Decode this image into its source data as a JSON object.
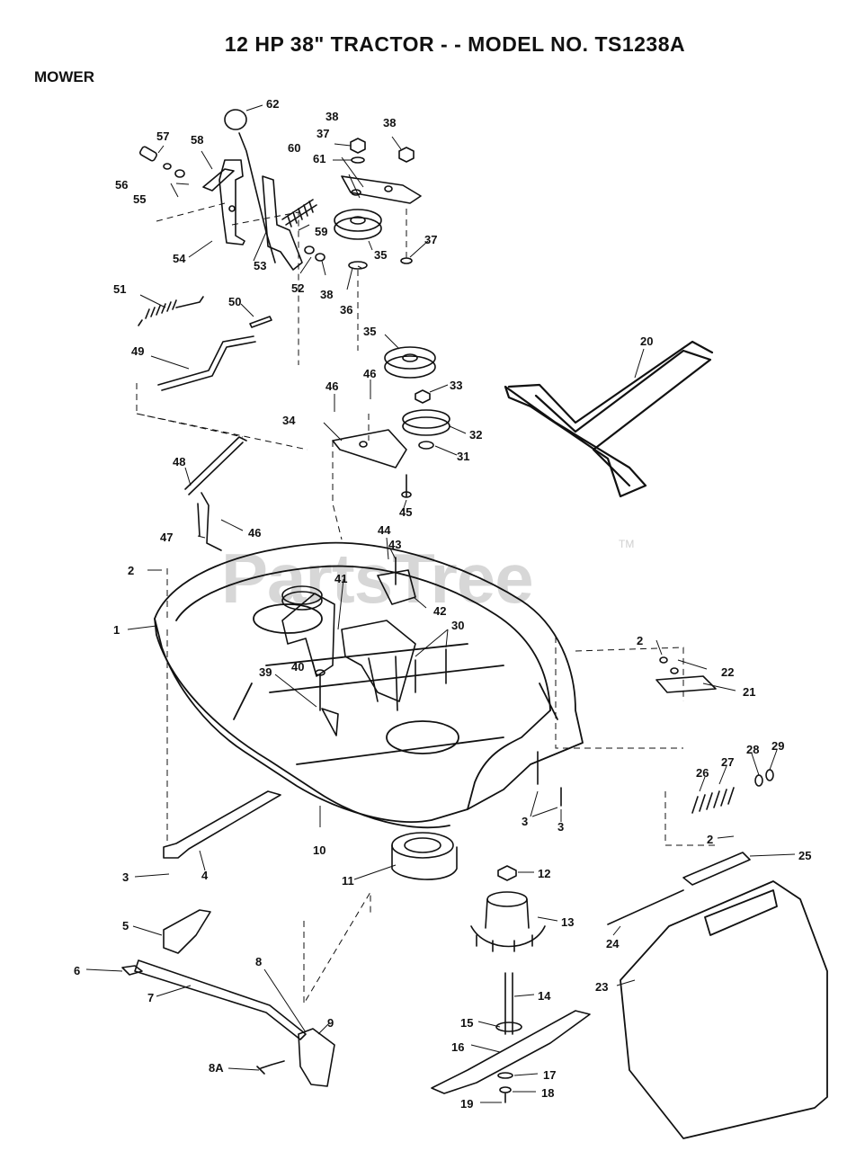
{
  "header": {
    "title": "12 HP 38\" TRACTOR - - MODEL NO. TS1238A",
    "section": "MOWER"
  },
  "watermark": {
    "text": "PartsTree",
    "trademark": "TM"
  },
  "callouts": [
    {
      "id": "62",
      "text": "62"
    },
    {
      "id": "38a",
      "text": "38"
    },
    {
      "id": "38b",
      "text": "38"
    },
    {
      "id": "57",
      "text": "57"
    },
    {
      "id": "58",
      "text": "58"
    },
    {
      "id": "37a",
      "text": "37"
    },
    {
      "id": "60",
      "text": "60"
    },
    {
      "id": "61",
      "text": "61"
    },
    {
      "id": "56",
      "text": "56"
    },
    {
      "id": "55",
      "text": "55"
    },
    {
      "id": "59",
      "text": "59"
    },
    {
      "id": "35a",
      "text": "35"
    },
    {
      "id": "37b",
      "text": "37"
    },
    {
      "id": "54",
      "text": "54"
    },
    {
      "id": "53",
      "text": "53"
    },
    {
      "id": "52",
      "text": "52"
    },
    {
      "id": "38c",
      "text": "38"
    },
    {
      "id": "36",
      "text": "36"
    },
    {
      "id": "51",
      "text": "51"
    },
    {
      "id": "50",
      "text": "50"
    },
    {
      "id": "35b",
      "text": "35"
    },
    {
      "id": "20",
      "text": "20"
    },
    {
      "id": "49",
      "text": "49"
    },
    {
      "id": "46a",
      "text": "46"
    },
    {
      "id": "46b",
      "text": "46"
    },
    {
      "id": "33",
      "text": "33"
    },
    {
      "id": "34",
      "text": "34"
    },
    {
      "id": "32",
      "text": "32"
    },
    {
      "id": "31",
      "text": "31"
    },
    {
      "id": "48",
      "text": "48"
    },
    {
      "id": "45",
      "text": "45"
    },
    {
      "id": "47",
      "text": "47"
    },
    {
      "id": "46c",
      "text": "46"
    },
    {
      "id": "44",
      "text": "44"
    },
    {
      "id": "43",
      "text": "43"
    },
    {
      "id": "2a",
      "text": "2"
    },
    {
      "id": "41",
      "text": "41"
    },
    {
      "id": "42",
      "text": "42"
    },
    {
      "id": "1",
      "text": "1"
    },
    {
      "id": "30",
      "text": "30"
    },
    {
      "id": "2b",
      "text": "2"
    },
    {
      "id": "22",
      "text": "22"
    },
    {
      "id": "40",
      "text": "40"
    },
    {
      "id": "39",
      "text": "39"
    },
    {
      "id": "21",
      "text": "21"
    },
    {
      "id": "28",
      "text": "28"
    },
    {
      "id": "29",
      "text": "29"
    },
    {
      "id": "27",
      "text": "27"
    },
    {
      "id": "26",
      "text": "26"
    },
    {
      "id": "3a",
      "text": "3"
    },
    {
      "id": "3b",
      "text": "3"
    },
    {
      "id": "10",
      "text": "10"
    },
    {
      "id": "2c",
      "text": "2"
    },
    {
      "id": "25",
      "text": "25"
    },
    {
      "id": "3c",
      "text": "3"
    },
    {
      "id": "4",
      "text": "4"
    },
    {
      "id": "11",
      "text": "11"
    },
    {
      "id": "12",
      "text": "12"
    },
    {
      "id": "5",
      "text": "5"
    },
    {
      "id": "13",
      "text": "13"
    },
    {
      "id": "24",
      "text": "24"
    },
    {
      "id": "6",
      "text": "6"
    },
    {
      "id": "8",
      "text": "8"
    },
    {
      "id": "7",
      "text": "7"
    },
    {
      "id": "14",
      "text": "14"
    },
    {
      "id": "23",
      "text": "23"
    },
    {
      "id": "9",
      "text": "9"
    },
    {
      "id": "15",
      "text": "15"
    },
    {
      "id": "16",
      "text": "16"
    },
    {
      "id": "8A",
      "text": "8A"
    },
    {
      "id": "17",
      "text": "17"
    },
    {
      "id": "18",
      "text": "18"
    },
    {
      "id": "19",
      "text": "19"
    }
  ]
}
